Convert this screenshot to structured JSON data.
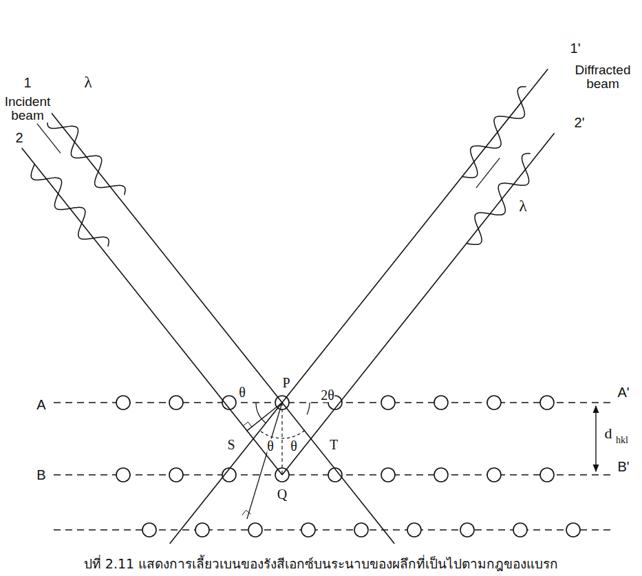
{
  "diagram": {
    "caption": "ปที่ 2.11 แสดงการเลี้ยวเบนของรังสีเอกซ์บนระนาบของผลึกที่เป็นไปตามกฎของแบรก",
    "labels": [
      "1",
      "Incident beam",
      "2",
      "λ",
      "1'",
      "Diffracted beam",
      "2'",
      "λ",
      "θ",
      "P",
      "2θ",
      "A",
      "A'",
      "d",
      "hkl",
      "S",
      "θ",
      "θ",
      "T",
      "B",
      "B'",
      "Q"
    ]
  }
}
